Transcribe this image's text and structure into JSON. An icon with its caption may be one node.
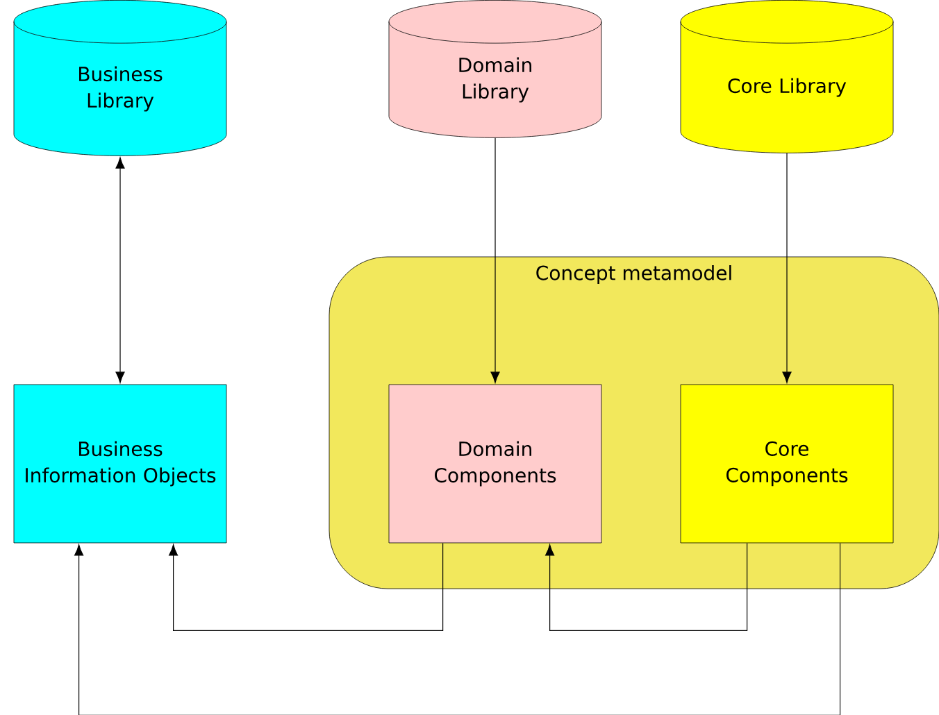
{
  "diagram": {
    "nodes": [
      {
        "text": [
          "Business Library"
        ]
      },
      {
        "text": [
          "Domain Library"
        ]
      },
      {
        "text": [
          "Core Library"
        ]
      },
      {
        "text": [
          "Concept metamodel"
        ]
      },
      {
        "text": [
          "Business Information Objects"
        ]
      },
      {
        "text": [
          "Domain Components"
        ],
        "in": 3
      },
      {
        "text": [
          "Core Components"
        ],
        "in": 3
      }
    ],
    "edges": [
      {
        "from": 0,
        "to": 4,
        "arrow": "both"
      },
      {
        "from": 1,
        "to": 5,
        "arrow": "to"
      },
      {
        "from": 2,
        "to": 6,
        "arrow": "to"
      },
      {
        "from": 5,
        "to": 4,
        "arrow": "to"
      },
      {
        "from": 6,
        "to": 5,
        "arrow": "to"
      },
      {
        "from": 6,
        "to": 4,
        "arrow": "to"
      }
    ]
  }
}
